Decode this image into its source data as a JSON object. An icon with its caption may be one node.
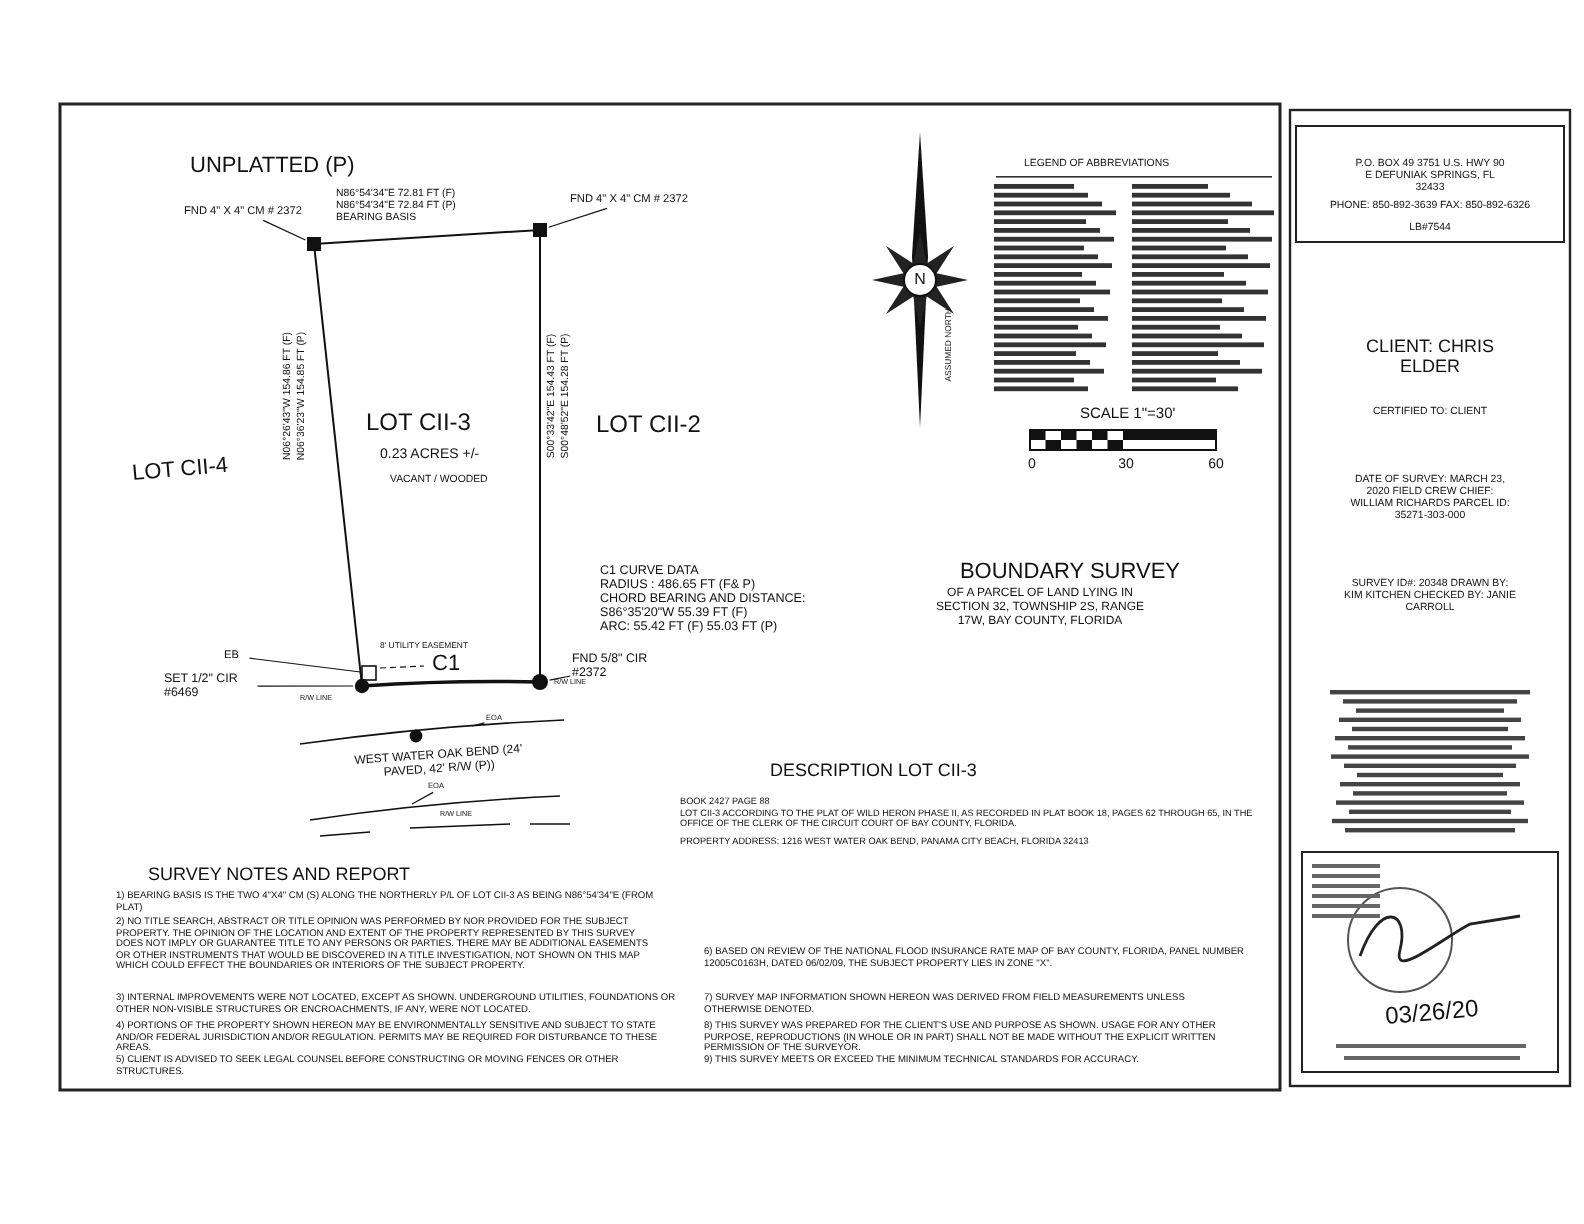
{
  "diagram": {
    "nodes": [
      {
        "text": [
          "FND 4\" X 4\" CM # 2372"
        ]
      },
      {
        "text": [],
        "shape": "box"
      },
      {
        "text": [
          "FND 4\" X 4\" CM # 2372"
        ]
      },
      {
        "text": [],
        "shape": "box"
      },
      {
        "text": [
          "EB"
        ]
      },
      {
        "text": [],
        "shape": "box"
      },
      {
        "text": [
          "SET 1/2\" CIR #6469"
        ]
      },
      {
        "text": [],
        "shape": "circle"
      },
      {
        "text": [
          "FND 5/8\" CIR #2372"
        ]
      },
      {
        "text": [],
        "shape": "circle"
      },
      {
        "text": [
          "EOA"
        ]
      },
      {
        "text": [
          "EOA"
        ]
      }
    ],
    "edges": [
      {
        "from": 0,
        "to": 1,
        "arrow": "none"
      },
      {
        "from": 2,
        "to": 3,
        "arrow": "none"
      },
      {
        "from": 4,
        "to": 5,
        "arrow": "none"
      },
      {
        "from": 6,
        "to": 7,
        "arrow": "none"
      },
      {
        "from": 8,
        "to": 9,
        "arrow": "none"
      },
      {
        "from": 10,
        "to": null,
        "arrow": "none"
      },
      {
        "from": 11,
        "to": null,
        "arrow": "none"
      }
    ],
    "labels": [
      "UNPLATTED (P)",
      "N86°54'34\"E 72.81 FT (F)",
      "N86°54'34\"E 72.84 FT (P)",
      "BEARING BASIS",
      "LOT CII-4",
      "N06°26'43\"W 154.86 FT (F)",
      "N06°36'23\"W 154.85 FT (P)",
      "LOT CII-3",
      "0.23 ACRES +/-",
      "VACANT / WOODED",
      "S00°33'42\"E 154.43 FT (F)",
      "S00°48'52\"E 154.28 FT (P)",
      "LOT CII-2",
      "C1 CURVE DATA",
      "RADIUS : 486.65 FT (F& P)",
      "CHORD BEARING AND DISTANCE:",
      "S86°35'20\"W 55.39 FT (F)",
      "ARC: 55.42 FT (F) 55.03 FT (P)",
      "8' UTILITY EASEMENT",
      "C1",
      "R/W LINE",
      "R/W LINE",
      "WEST WATER OAK BEND (24' PAVED, 42' R/W (P))",
      "R/W LINE",
      "ASSUMED NORTH",
      "N",
      "LEGEND OF ABBREVIATIONS",
      "SCALE 1\"=30'",
      "0",
      "30",
      "60",
      "BOUNDARY SURVEY",
      "OF A PARCEL OF LAND LYING IN SECTION 32, TOWNSHIP 2S, RANGE 17W, BAY COUNTY, FLORIDA",
      "DESCRIPTION LOT CII-3",
      "BOOK 2427 PAGE 88",
      "LOT CII-3 ACCORDING TO THE PLAT OF WILD HERON PHASE II, AS RECORDED IN PLAT BOOK 18, PAGES 62 THROUGH 65, IN THE OFFICE OF THE CLERK OF THE CIRCUIT COURT OF BAY COUNTY, FLORIDA.",
      "PROPERTY ADDRESS: 1216 WEST WATER OAK BEND, PANAMA CITY BEACH, FLORIDA 32413",
      "SURVEY NOTES AND REPORT",
      "1) BEARING BASIS IS THE TWO 4\"X4\" CM (S) ALONG THE NORTHERLY P/L OF LOT CII-3 AS BEING N86°54'34\"E (FROM PLAT)",
      "2) NO TITLE SEARCH, ABSTRACT OR TITLE OPINION WAS PERFORMED BY NOR PROVIDED FOR THE SUBJECT PROPERTY. THE OPINION OF THE LOCATION AND EXTENT OF THE PROPERTY REPRESENTED BY THIS SURVEY DOES NOT IMPLY OR GUARANTEE TITLE TO ANY PERSONS OR PARTIES. THERE MAY BE ADDITIONAL EASEMENTS OR OTHER INSTRUMENTS THAT WOULD BE DISCOVERED IN A TITLE INVESTIGATION, NOT SHOWN ON THIS MAP WHICH COULD EFFECT THE BOUNDARIES OR INTERIORS OF THE SUBJECT PROPERTY.",
      "3) INTERNAL IMPROVEMENTS WERE NOT LOCATED, EXCEPT AS SHOWN. UNDERGROUND UTILITIES, FOUNDATIONS OR OTHER NON-VISIBLE STRUCTURES OR ENCROACHMENTS, IF ANY, WERE NOT LOCATED.",
      "4) PORTIONS OF THE PROPERTY SHOWN HEREON MAY BE ENVIRONMENTALLY SENSITIVE AND SUBJECT TO STATE AND/OR FEDERAL JURISDICTION AND/OR REGULATION. PERMITS MAY BE REQUIRED FOR DISTURBANCE TO THESE AREAS.",
      "5) CLIENT IS ADVISED TO SEEK LEGAL COUNSEL BEFORE CONSTRUCTING OR MOVING FENCES OR OTHER STRUCTURES.",
      "6) BASED ON REVIEW OF THE NATIONAL FLOOD INSURANCE RATE MAP OF BAY COUNTY, FLORIDA, PANEL NUMBER 12005C0163H, DATED 06/02/09, THE SUBJECT PROPERTY LIES IN ZONE \"X\".",
      "7) SURVEY MAP INFORMATION SHOWN HEREON WAS DERIVED FROM FIELD MEASUREMENTS UNLESS OTHERWISE DENOTED.",
      "8) THIS SURVEY WAS PREPARED FOR THE CLIENT'S USE AND PURPOSE AS SHOWN. USAGE FOR ANY OTHER PURPOSE, REPRODUCTIONS (IN WHOLE OR IN PART) SHALL NOT BE MADE WITHOUT THE EXPLICIT WRITTEN PERMISSION OF THE SURVEYOR.",
      "9) THIS SURVEY MEETS OR EXCEED THE MINIMUM TECHNICAL STANDARDS FOR ACCURACY.",
      "P.O. BOX 49 3751 U.S. HWY 90 E DEFUNIAK SPRINGS, FL 32433",
      "PHONE: 850-892-3639 FAX: 850-892-6326",
      "LB#7544",
      "CLIENT: CHRIS ELDER",
      "CERTIFIED TO: CLIENT",
      "DATE OF SURVEY: MARCH 23, 2020 FIELD CREW CHIEF: WILLIAM RICHARDS PARCEL ID: 35271-303-000",
      "SURVEY ID#: 20348 DRAWN BY: KIM KITCHEN CHECKED BY: JANIE CARROLL",
      "03/26/20"
    ]
  }
}
